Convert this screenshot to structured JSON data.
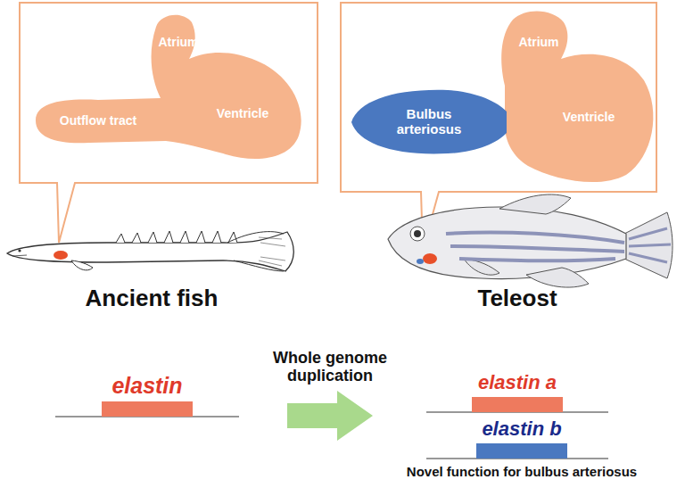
{
  "diagram": {
    "nodes": [
      {
        "text": [
          "Bulbus arteriosus"
        ]
      },
      {
        "text": [
          "elastin"
        ]
      },
      {
        "text": [
          "elastin a"
        ]
      },
      {
        "text": [
          "elastin b",
          "Novel function for bulbus arteriosus"
        ]
      }
    ],
    "labels": [
      "Atrium",
      "Outflow tract",
      "Ventricle",
      "Atrium",
      "Ventricle",
      "Ancient fish",
      "Teleost",
      "Whole genome duplication"
    ]
  }
}
